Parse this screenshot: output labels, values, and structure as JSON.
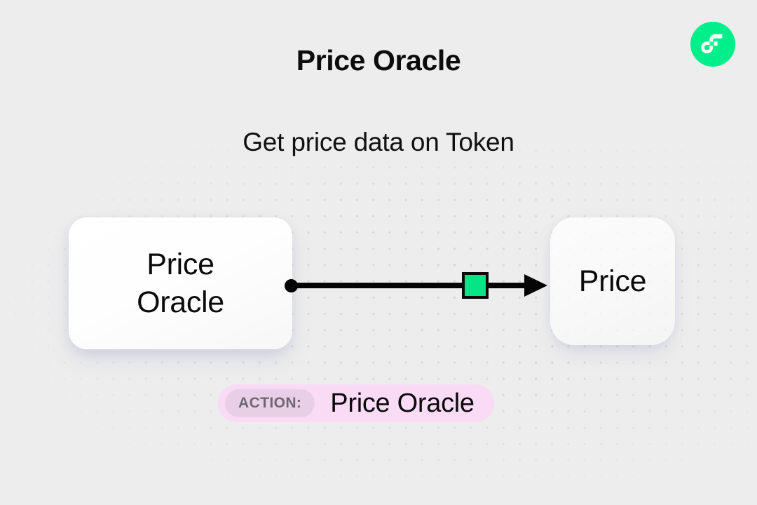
{
  "header": {
    "title": "Price Oracle",
    "subtitle": "Get price data on Token",
    "logo_icon": "flow-logo-icon",
    "logo_color": "#00ef8b"
  },
  "diagram": {
    "type": "flow",
    "source_node": {
      "label": "Price\nOracle",
      "icon": "rounded-card"
    },
    "target_node": {
      "label": "Price",
      "icon": "rounded-card"
    },
    "edge": {
      "source_handle_icon": "edge-source-dot-icon",
      "arrow_icon": "edge-arrowhead-icon",
      "gate_marker_icon": "edge-gate-square-icon",
      "gate_marker_color": "#05e586",
      "line_color": "#050505"
    }
  },
  "action_badge": {
    "tag_label": "ACTION:",
    "value": "Price Oracle",
    "background_color": "#fadbf5",
    "tag_background_color": "#e8cfe6",
    "tag_text_color": "#6e6872"
  },
  "canvas": {
    "background_color": "#ededed",
    "dot_color": "#d9d9d9"
  }
}
